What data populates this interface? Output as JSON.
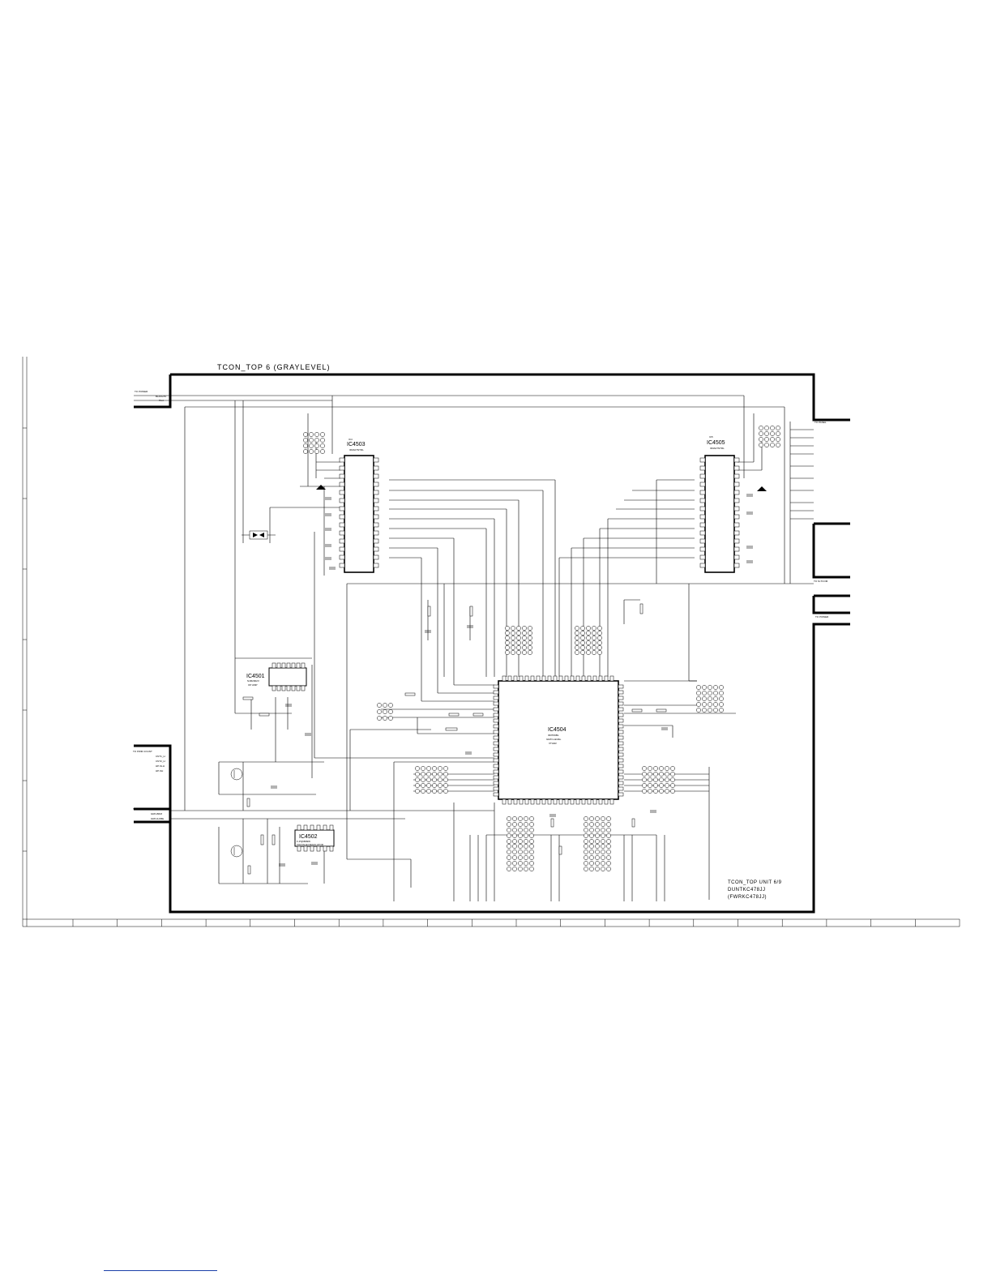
{
  "sheet_title": "TCON_TOP 6 (GRAYLEVEL)",
  "footer": {
    "line1": "TCON_TOP UNIT 6/9",
    "line2": "DUNTKC478JJ",
    "line3": "(FWRKC478JJ)"
  },
  "ics": {
    "ic4503": {
      "ref": "IC4503",
      "pre": "IC4",
      "part": "IR3A07NTRL"
    },
    "ic4505": {
      "ref": "IC4505",
      "pre": "IC5",
      "part": "IR3A07NTRL"
    },
    "ic4504": {
      "ref": "IC4504",
      "part": "IR3T09BL",
      "desc": "GRAY-LEVEL",
      "pkg": "VT4AR"
    },
    "ic4501": {
      "ref": "IC4501",
      "part": "NJM2902V",
      "desc": "OP AMP"
    },
    "ic4502": {
      "ref": "IC4502",
      "part": "F-PQ6B09W",
      "desc": "VOLTAGE REGULATOR"
    }
  },
  "connectors": {
    "power_top": {
      "label": "TO POWER",
      "pins": [
        "BLAN+5V",
        "PLH"
      ]
    },
    "pwm_count": {
      "label": "TO PWM COUNT",
      "pins": [
        "CNT1_H",
        "CNT2_H",
        "HP-SLH",
        "HP-SH"
      ]
    },
    "mtcom": {
      "label": "TO M-TCOM",
      "pins": [
        "GRN-BFM",
        "GRN-ILKBE"
      ]
    },
    "panel": {
      "label": "TO PANEL"
    },
    "mtcom_right": {
      "label": "TO M-TCOM"
    },
    "power_right": {
      "label": "TO POWER"
    }
  }
}
